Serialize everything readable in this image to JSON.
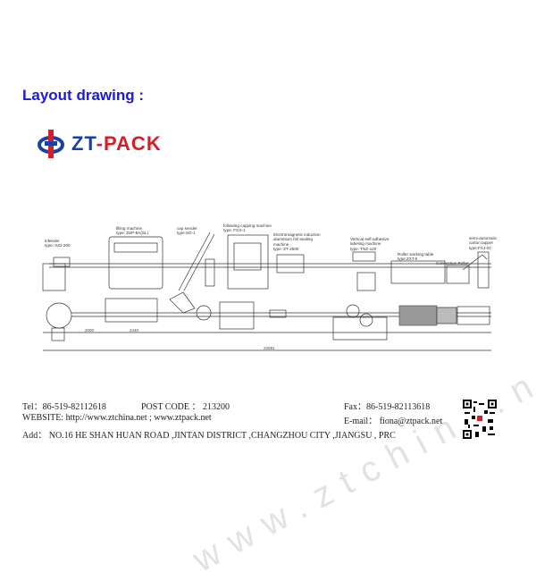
{
  "heading": "Layout drawing :",
  "logo": {
    "brand_left": "ZT",
    "brand_right": "-PACK",
    "colors": {
      "blue": "#1b3fa8",
      "red": "#d81d2a"
    }
  },
  "drawing": {
    "labels": {
      "infeeder": [
        "infeeder",
        "type:  XZJ-200"
      ],
      "filling": [
        "filling machine",
        "type:  ZSP-8A(SL)"
      ],
      "cap_sender": [
        "cap sender",
        "type:SG-1"
      ],
      "capping": [
        "following capping machine",
        "type:  FGX-1"
      ],
      "sealing": [
        "Electromagnetic induction",
        "aluminium foil sealing",
        "machine",
        "type:  ZT-2500"
      ],
      "labeling": [
        "Vertical self-adhesive",
        "labeling machine",
        "type:  TNZ-120"
      ],
      "roller_table": [
        "Roller working table",
        "type:ZXT-II"
      ],
      "connection": [
        "Connection Roller"
      ],
      "tapper": [
        "semi-automatic",
        "carton tapper",
        "type:FXJ-02"
      ]
    },
    "dimensions": [
      "2000",
      "2440",
      "22081"
    ],
    "watermark": "www.ztchina.net"
  },
  "footer": {
    "tel": "Tel：86-519-82112618",
    "post": "POST  CODE ： 213200",
    "fax": "Fax：86-519-82113618",
    "website": "WEBSITE: http://www.ztchina.net ;     www.ztpack.net",
    "email": "E-mail： fiona@ztpack.net",
    "address": "Add： NO.16 HE SHAN HUAN ROAD ,JINTAN DISTRICT ,CHANGZHOU CITY ,JIANGSU , PRC"
  }
}
